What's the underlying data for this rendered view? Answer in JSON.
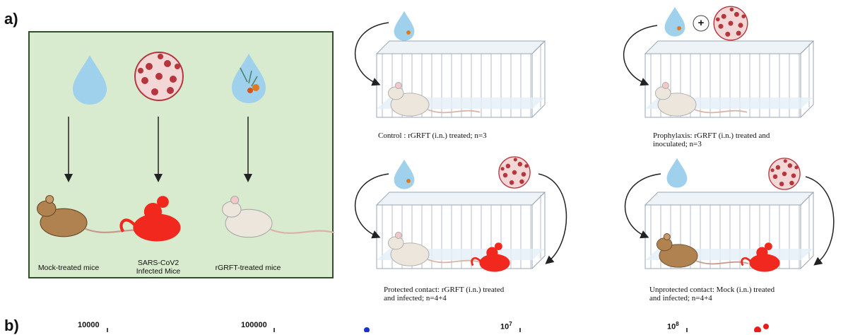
{
  "panel_a_label": "a)",
  "panel_b_label": "b)",
  "legend": {
    "items": [
      {
        "label": "Mock-treated mice"
      },
      {
        "label": "SARS-CoV2\nInfected Mice"
      },
      {
        "label": "rGRFT-treated mice"
      }
    ]
  },
  "cages": [
    {
      "caption": "Control : rGRFT (i.n.) treated; n=3"
    },
    {
      "caption": "Prophylaxis: rGRFT (i.n.) treated and\ninoculated; n=3",
      "plus": "+"
    },
    {
      "caption": "Protected contact: rGRFT (i.n.) treated\nand infected; n=4+4"
    },
    {
      "caption": "Unprotected contact: Mock (i.n.) treated\nand infected; n=4+4"
    }
  ],
  "panel_b_ticks": [
    "10000",
    "100000",
    "10^7",
    "10^8"
  ],
  "colors": {
    "legend_bg": "#d9ebce",
    "legend_border": "#2e4f2a",
    "drop": "#9fd0ec",
    "virus": "#b5363c",
    "mouse_brown": "#b08250",
    "mouse_white": "#ece6dc",
    "mouse_red": "#f0281e"
  }
}
